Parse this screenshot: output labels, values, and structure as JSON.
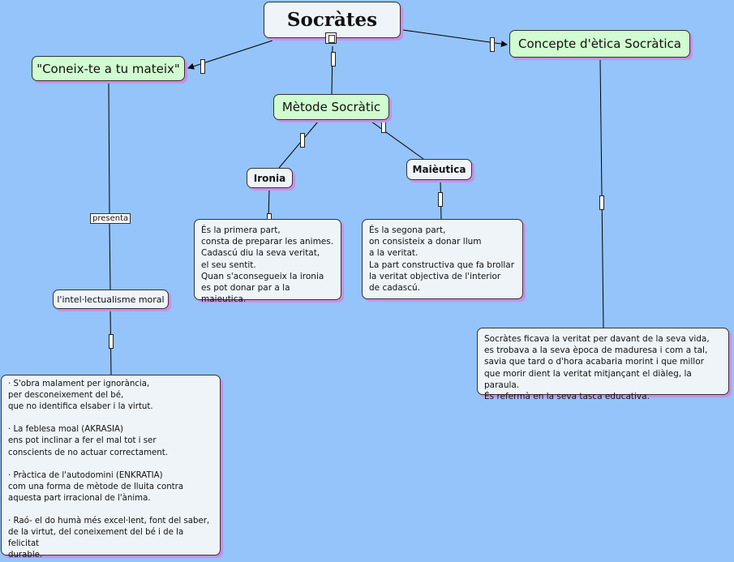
{
  "map": {
    "title": "Socràtes",
    "concepts": {
      "coneix": "\"Coneix-te a tu mateix\"",
      "concepte": "Concepte d'ètica Socràtica",
      "metode": "Mètode Socràtic",
      "ironia": "Ironia",
      "maieutica": "Maièutica",
      "intel": "l'intel·lectualisme moral"
    },
    "link_phrases": {
      "presenta": "presenta"
    },
    "texts": {
      "ironia": "És la primera part,\nconsta de preparar les animes.\nCadascú diu la seva veritat,\nel seu sentit.\nQuan s'aconsegueix la ironia\nes pot donar par a la maieutica.",
      "maieutica": "És la segona part,\non consisteix a donar llum\na la veritat.\nLa part constructiva que fa brollar\nla veritat objectiva de l'interior\nde cadascú.",
      "concepte": "Socràtes ficava la veritat per davant de la seva vida,\nes trobava a la seva època de maduresa i com a tal,\nsavia que tard o d'hora acabaria morint i que millor\nque morir dient la veritat mitjançant el diàleg, la paraula.\nÉs refermà en la seva tasca educativa.",
      "intel": "· S'obra malament per ignorància,\nper desconeixement del bé,\nque no identifica elsaber i la virtut.\n\n· La feblesa moal (AKRASIA)\nens pot inclinar a fer el mal tot i ser\nconscients de no actuar correctament.\n\n· Pràctica de l'autodomini (ENKRATIA)\ncom una forma de mètode de lluita contra\n aquesta part irracional de l'ànima.\n\n· Raó- el do humà més excel·lent, font del saber,\nde la virtut, del coneixement del bé i de la felicitat\ndurable."
    }
  },
  "icons": {
    "doc": "document-icon"
  }
}
